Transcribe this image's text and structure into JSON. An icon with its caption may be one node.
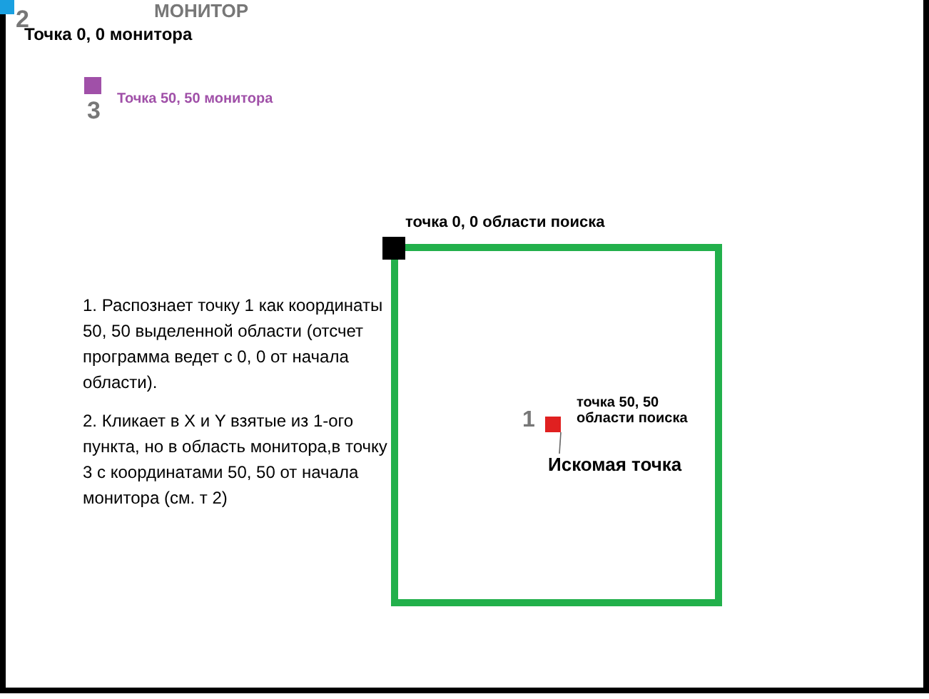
{
  "diagram": {
    "nodes": [
      {
        "text": [],
        "shape": "box"
      },
      {
        "text": [],
        "shape": "box",
        "in": 0,
        "beside": [
          "1"
        ]
      },
      {
        "text": [
          "Искомая точка"
        ],
        "in": 0
      }
    ],
    "edges": [
      {
        "from": 2,
        "to": 1,
        "arrow": "none"
      }
    ],
    "labels": [
      "МОНИТОР",
      "2",
      "Точка 0, 0 монитора",
      "3",
      "Точка 50, 50 монитора",
      "точка 0, 0  области поиска",
      "1. Распознает точку 1 как координаты 50, 50 выделенной области (отсчет программа ведет с 0, 0 от начала области).",
      "2. Кликает в X и Y взятые из 1-ого пункта, но в область монитора,в точку 3 с координатами 50, 50 от начала монитора (см. т 2)",
      "точка 50, 50 области поиска"
    ]
  }
}
